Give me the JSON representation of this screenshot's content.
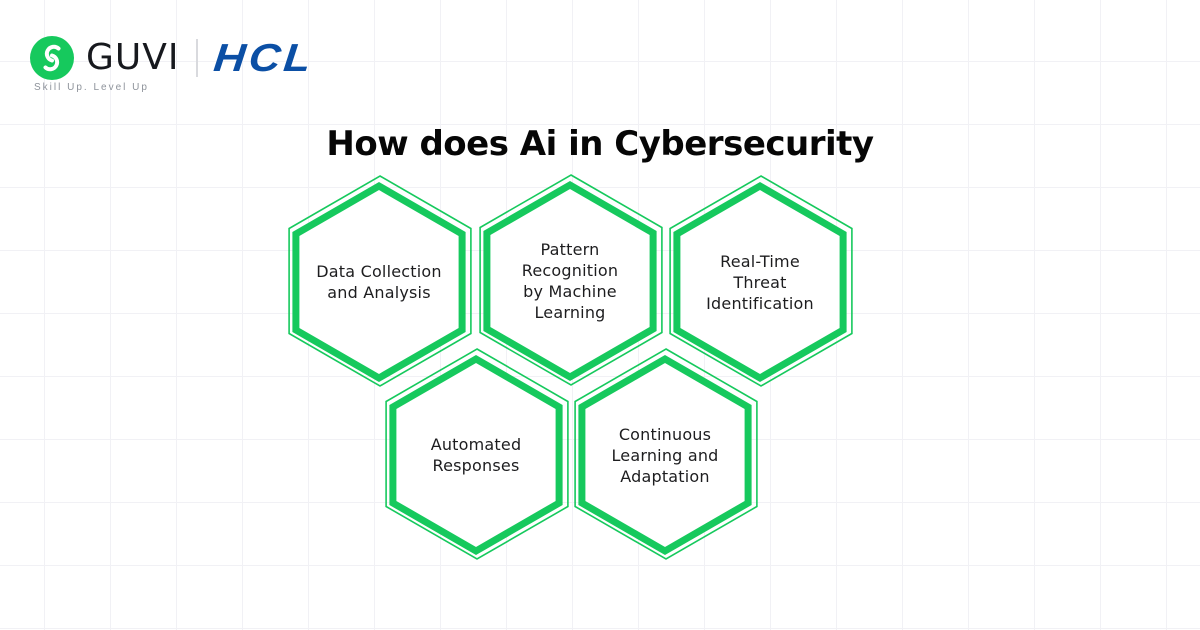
{
  "header": {
    "brand": {
      "guvi": "GUVI",
      "hcl": "HCL",
      "tagline": "Skill Up. Level Up"
    }
  },
  "title": "How does Ai in Cybersecurity",
  "hexagons": [
    {
      "label": "Data Collection\nand Analysis"
    },
    {
      "label": "Pattern\nRecognition\nby Machine\nLearning"
    },
    {
      "label": "Real-Time\nThreat\nIdentification"
    },
    {
      "label": "Automated\nResponses"
    },
    {
      "label": "Continuous\nLearning and\nAdaptation"
    }
  ],
  "colors": {
    "accent-green": "#16c95d",
    "hcl-blue": "#0b4fa5",
    "text-dark": "#1d1d1f",
    "tagline-gray": "#8e939b",
    "grid-line": "#f1f1f5"
  }
}
